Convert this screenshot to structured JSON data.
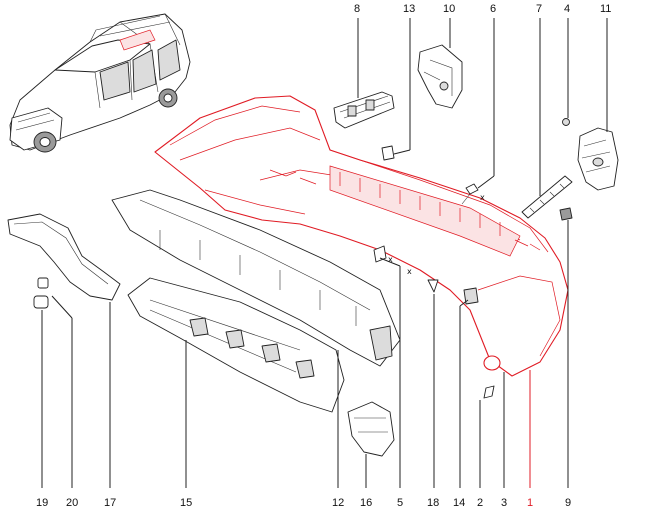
{
  "diagram": {
    "highlight_color": "#e01b24",
    "line_color": "#222222",
    "background": "#ffffff",
    "callouts_top": [
      "8",
      "13",
      "10",
      "6",
      "7",
      "4",
      "11"
    ],
    "callouts_bottom": [
      "19",
      "20",
      "17",
      "15",
      "12",
      "16",
      "5",
      "18",
      "14",
      "2",
      "3",
      "1",
      "9"
    ],
    "highlighted_part": "1",
    "axis_marks": [
      "x",
      "x",
      "x"
    ]
  }
}
